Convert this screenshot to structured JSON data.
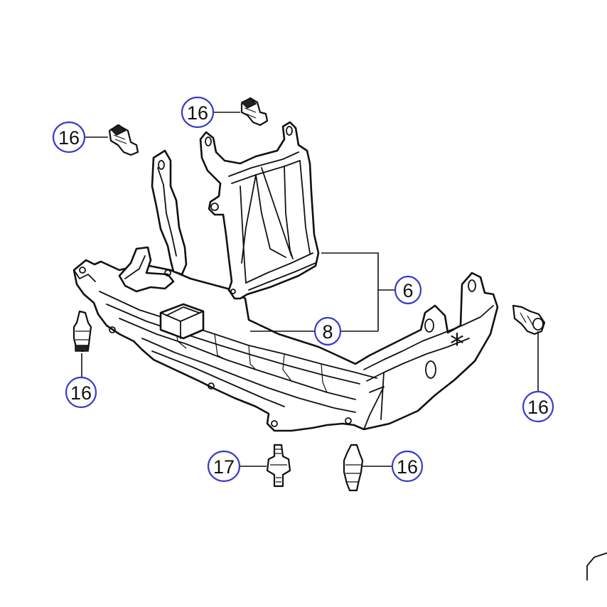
{
  "callouts": [
    {
      "id": "c-16-a",
      "label": "16"
    },
    {
      "id": "c-16-b",
      "label": "16"
    },
    {
      "id": "c-16-c",
      "label": "16"
    },
    {
      "id": "c-16-d",
      "label": "16"
    },
    {
      "id": "c-16-e",
      "label": "16"
    },
    {
      "id": "c-6",
      "label": "6"
    },
    {
      "id": "c-8",
      "label": "8"
    },
    {
      "id": "c-17",
      "label": "17"
    }
  ],
  "marks": {
    "asterisk": "*"
  },
  "colors": {
    "line": "#111111",
    "callout_ring": "#3a3ac8",
    "background": "#ffffff"
  }
}
